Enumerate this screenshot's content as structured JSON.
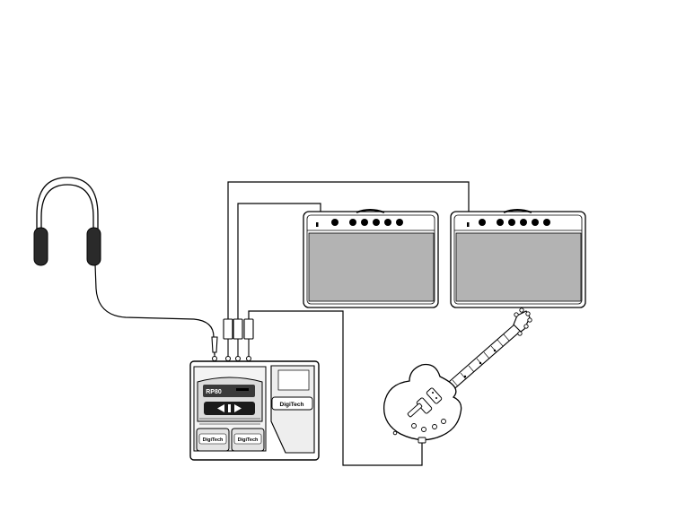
{
  "pedal": {
    "model_label": "RP80",
    "brand_label": "DigiTech"
  },
  "colors": {
    "outline": "#000000",
    "amp_grille": "#b3b3b3",
    "pedal_face": "#dcdcdc",
    "display": "#3a3a3a",
    "headphone_cup": "#2a2a2a",
    "background": "#ffffff"
  },
  "components": [
    "headphones",
    "multi-effects-pedal",
    "amplifier-left",
    "amplifier-right",
    "electric-guitar",
    "cables"
  ]
}
